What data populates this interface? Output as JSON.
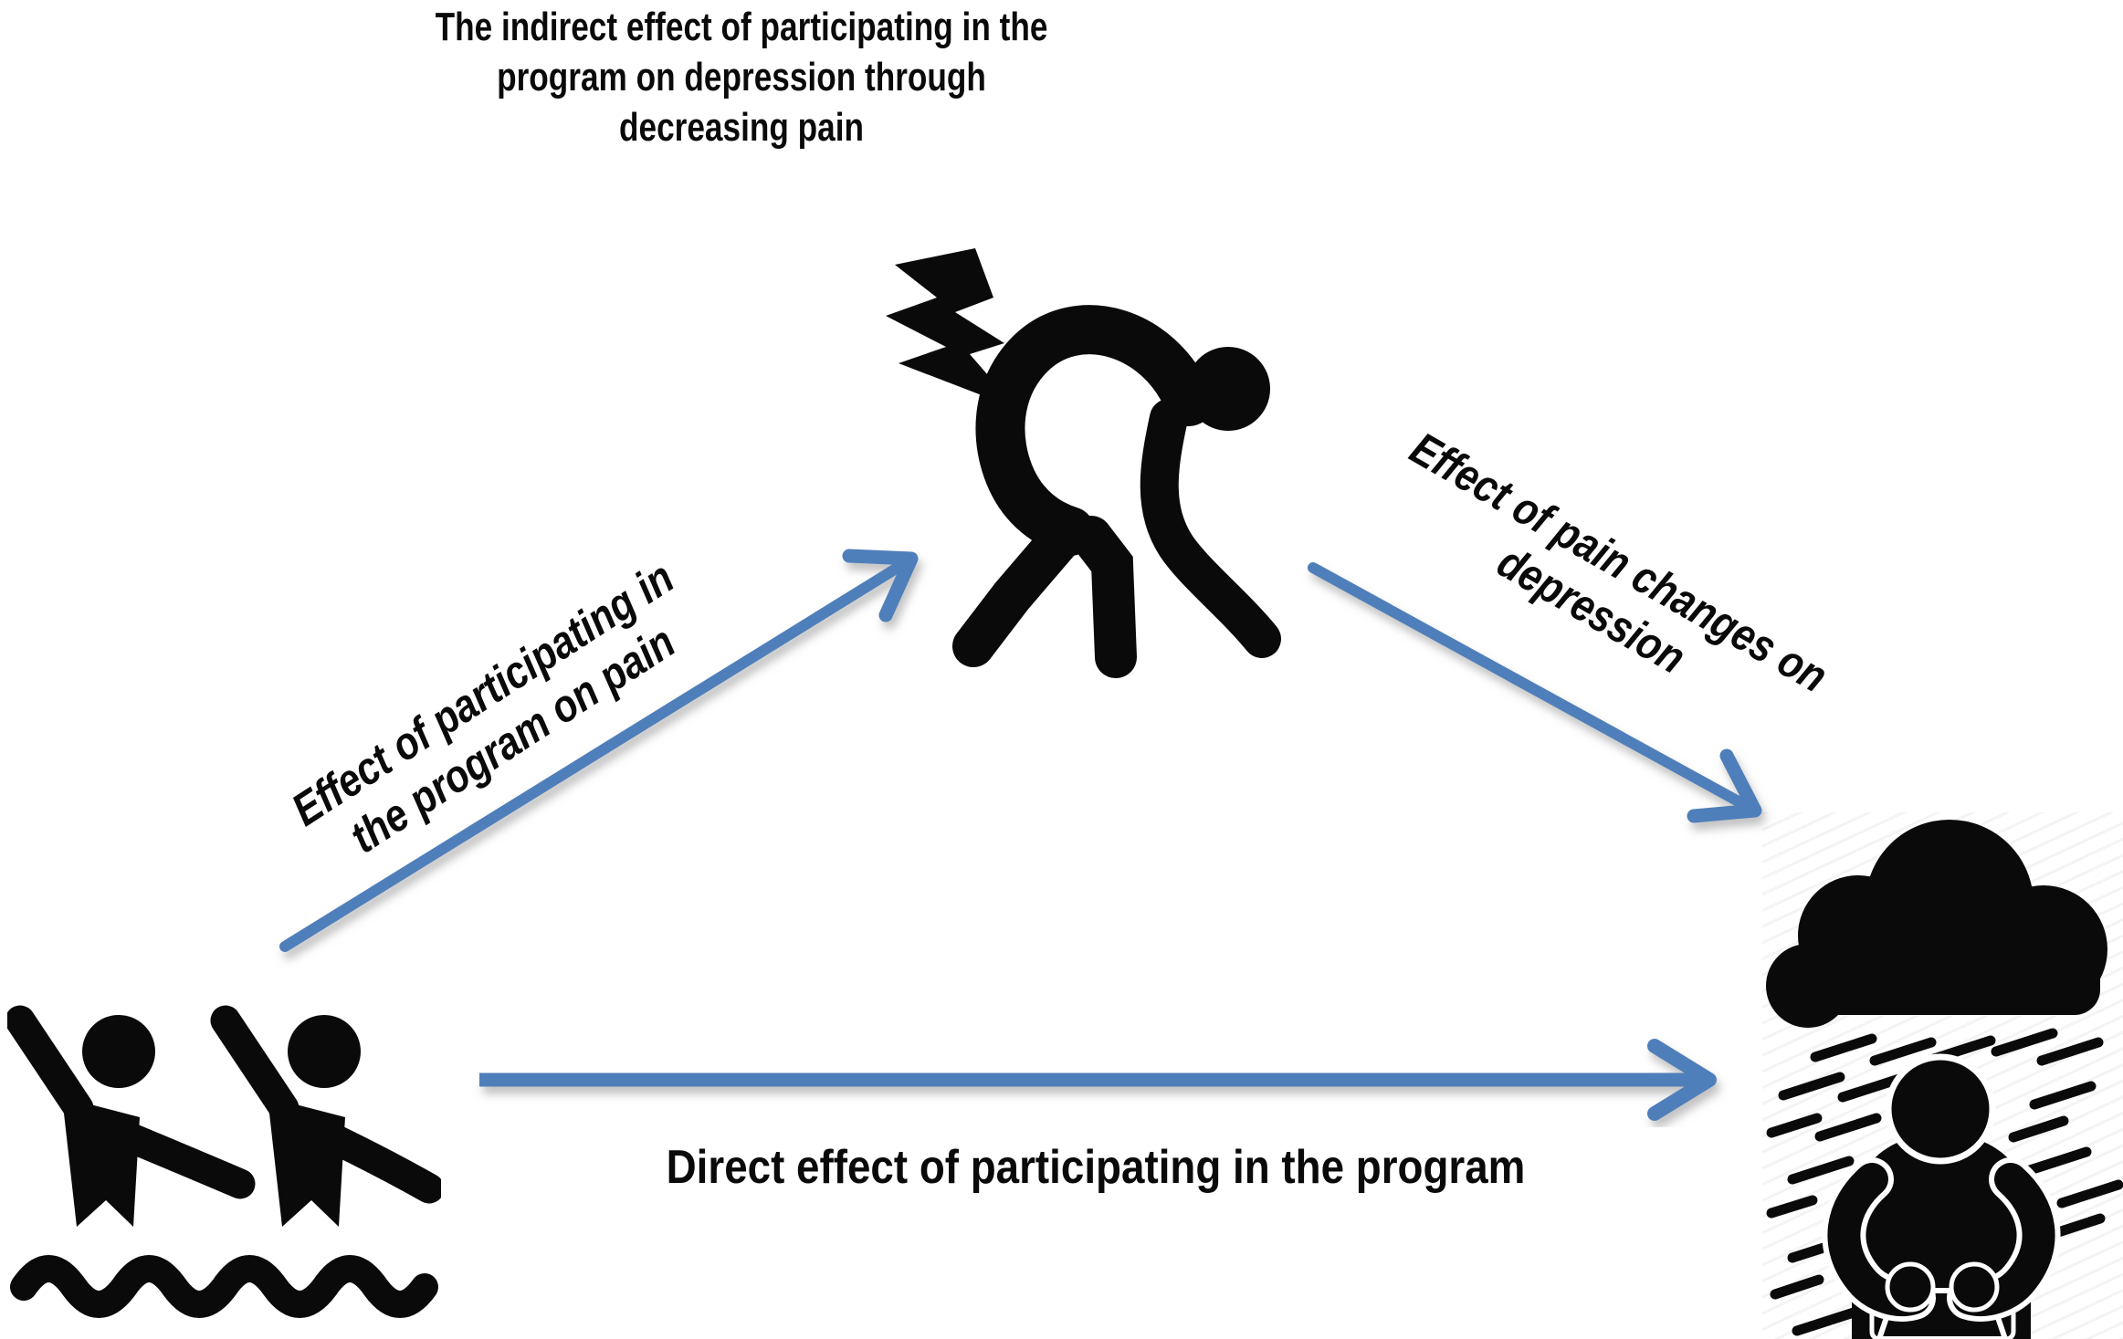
{
  "diagram": {
    "title": "The indirect effect of participating in the program on depression through decreasing pain",
    "title_lines": [
      "The indirect effect of participating in the",
      "program on depression through",
      "decreasing pain"
    ],
    "nodes": [
      {
        "id": "program",
        "icon": "water-aerobics-icon",
        "description": "two people exercising in water"
      },
      {
        "id": "pain",
        "icon": "back-pain-icon",
        "description": "bent-over person with lightning bolt at back"
      },
      {
        "id": "depression",
        "icon": "depression-rain-cloud-icon",
        "description": "person sitting hunched under a rain cloud"
      }
    ],
    "arrows": [
      {
        "from": "program",
        "to": "pain",
        "label": "Effect of participating in the program on pain",
        "label_lines": [
          "Effect of participating in",
          "the program on pain"
        ]
      },
      {
        "from": "pain",
        "to": "depression",
        "label": "Effect of pain changes on depression",
        "label_lines": [
          "Effect of pain changes on",
          "depression"
        ]
      },
      {
        "from": "program",
        "to": "depression",
        "label": "Direct effect of participating in the program"
      }
    ],
    "colors": {
      "arrow": "#4f7fba",
      "icon": "#0a0a0a",
      "text": "#0a0a0a",
      "background": "#ffffff"
    }
  }
}
